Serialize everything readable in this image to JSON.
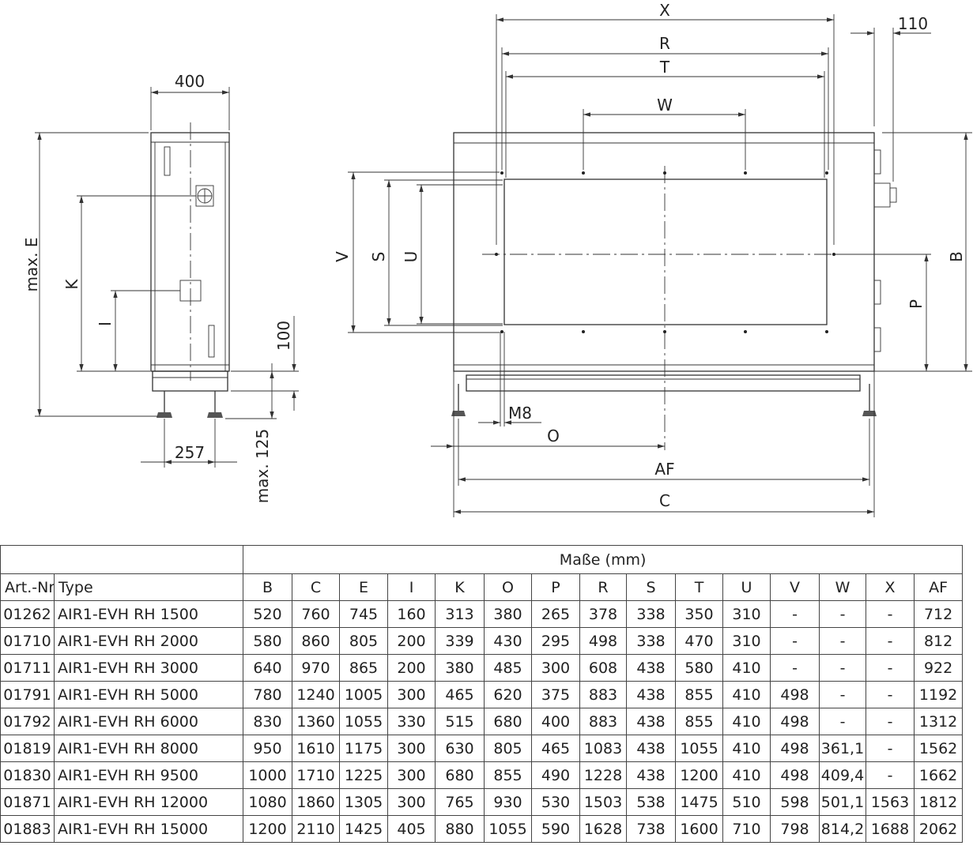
{
  "drawing": {
    "side_view": {
      "width": "400",
      "height_label": "max. E",
      "k_label": "K",
      "i_label": "I",
      "foot_height": "100",
      "foot_max": "max. 125",
      "foot_spacing": "257"
    },
    "front_view": {
      "x_label": "X",
      "r_label": "R",
      "t_label": "T",
      "w_label": "W",
      "offset_110": "110",
      "v_label": "V",
      "s_label": "S",
      "u_label": "U",
      "b_label": "B",
      "p_label": "P",
      "m8_label": "M8",
      "o_label": "O",
      "af_label": "AF",
      "c_label": "C"
    }
  },
  "table": {
    "group_header": "Maße (mm)",
    "columns": [
      "Art.-Nr.",
      "Type",
      "B",
      "C",
      "E",
      "I",
      "K",
      "O",
      "P",
      "R",
      "S",
      "T",
      "U",
      "V",
      "W",
      "X",
      "AF"
    ],
    "rows": [
      [
        "01262",
        "AIR1-EVH RH 1500",
        "520",
        "760",
        "745",
        "160",
        "313",
        "380",
        "265",
        "378",
        "338",
        "350",
        "310",
        "-",
        "-",
        "-",
        "712"
      ],
      [
        "01710",
        "AIR1-EVH RH 2000",
        "580",
        "860",
        "805",
        "200",
        "339",
        "430",
        "295",
        "498",
        "338",
        "470",
        "310",
        "-",
        "-",
        "-",
        "812"
      ],
      [
        "01711",
        "AIR1-EVH RH 3000",
        "640",
        "970",
        "865",
        "200",
        "380",
        "485",
        "300",
        "608",
        "438",
        "580",
        "410",
        "-",
        "-",
        "-",
        "922"
      ],
      [
        "01791",
        "AIR1-EVH RH 5000",
        "780",
        "1240",
        "1005",
        "300",
        "465",
        "620",
        "375",
        "883",
        "438",
        "855",
        "410",
        "498",
        "-",
        "-",
        "1192"
      ],
      [
        "01792",
        "AIR1-EVH RH 6000",
        "830",
        "1360",
        "1055",
        "330",
        "515",
        "680",
        "400",
        "883",
        "438",
        "855",
        "410",
        "498",
        "-",
        "-",
        "1312"
      ],
      [
        "01819",
        "AIR1-EVH RH 8000",
        "950",
        "1610",
        "1175",
        "300",
        "630",
        "805",
        "465",
        "1083",
        "438",
        "1055",
        "410",
        "498",
        "361,1",
        "-",
        "1562"
      ],
      [
        "01830",
        "AIR1-EVH RH 9500",
        "1000",
        "1710",
        "1225",
        "300",
        "680",
        "855",
        "490",
        "1228",
        "438",
        "1200",
        "410",
        "498",
        "409,4",
        "-",
        "1662"
      ],
      [
        "01871",
        "AIR1-EVH RH 12000",
        "1080",
        "1860",
        "1305",
        "300",
        "765",
        "930",
        "530",
        "1503",
        "538",
        "1475",
        "510",
        "598",
        "501,1",
        "1563",
        "1812"
      ],
      [
        "01883",
        "AIR1-EVH RH 15000",
        "1200",
        "2110",
        "1425",
        "405",
        "880",
        "1055",
        "590",
        "1628",
        "738",
        "1600",
        "710",
        "798",
        "814,2",
        "1688",
        "2062"
      ]
    ]
  }
}
